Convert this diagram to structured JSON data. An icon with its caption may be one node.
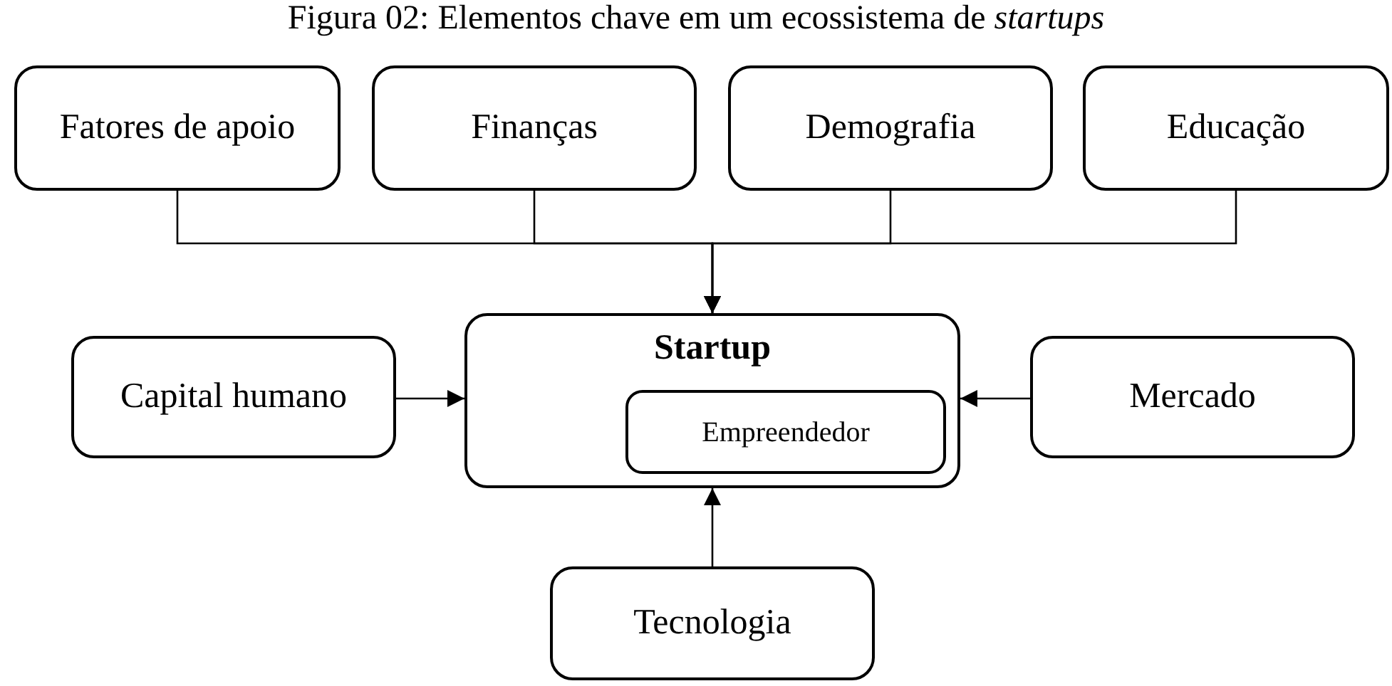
{
  "diagram": {
    "title": "Figura 02: Elementos chave em um ecossistema de *startups*",
    "nodes": [
      {
        "text": [
          "Fatores de apoio"
        ]
      },
      {
        "text": [
          "Finanças"
        ]
      },
      {
        "text": [
          "Demografia"
        ]
      },
      {
        "text": [
          "Educação"
        ]
      },
      {
        "text": [
          "Startup"
        ]
      },
      {
        "text": [
          "Empreendedor"
        ],
        "in": 4
      },
      {
        "text": [
          "Capital humano"
        ]
      },
      {
        "text": [
          "Mercado"
        ]
      },
      {
        "text": [
          "Tecnologia"
        ]
      }
    ],
    "edges": [
      {
        "from": 0,
        "to": 4,
        "arrow": "to"
      },
      {
        "from": 1,
        "to": 4,
        "arrow": "to"
      },
      {
        "from": 2,
        "to": 4,
        "arrow": "to"
      },
      {
        "from": 3,
        "to": 4,
        "arrow": "to"
      },
      {
        "from": 6,
        "to": 4,
        "arrow": "to"
      },
      {
        "from": 7,
        "to": 4,
        "arrow": "to"
      },
      {
        "from": 8,
        "to": 4,
        "arrow": "to"
      }
    ]
  }
}
